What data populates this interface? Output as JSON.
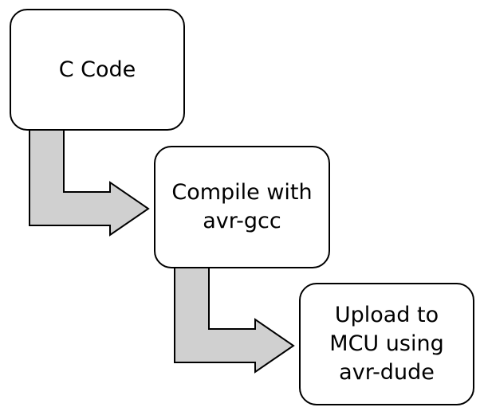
{
  "diagram": {
    "steps": [
      {
        "lines": [
          "C Code"
        ]
      },
      {
        "lines": [
          "Compile with",
          "avr-gcc"
        ]
      },
      {
        "lines": [
          "Upload to",
          "MCU using",
          "avr-dude"
        ]
      }
    ],
    "colors": {
      "arrow_fill": "#d0d0d0",
      "stroke": "#000000",
      "box_fill": "#ffffff"
    }
  }
}
